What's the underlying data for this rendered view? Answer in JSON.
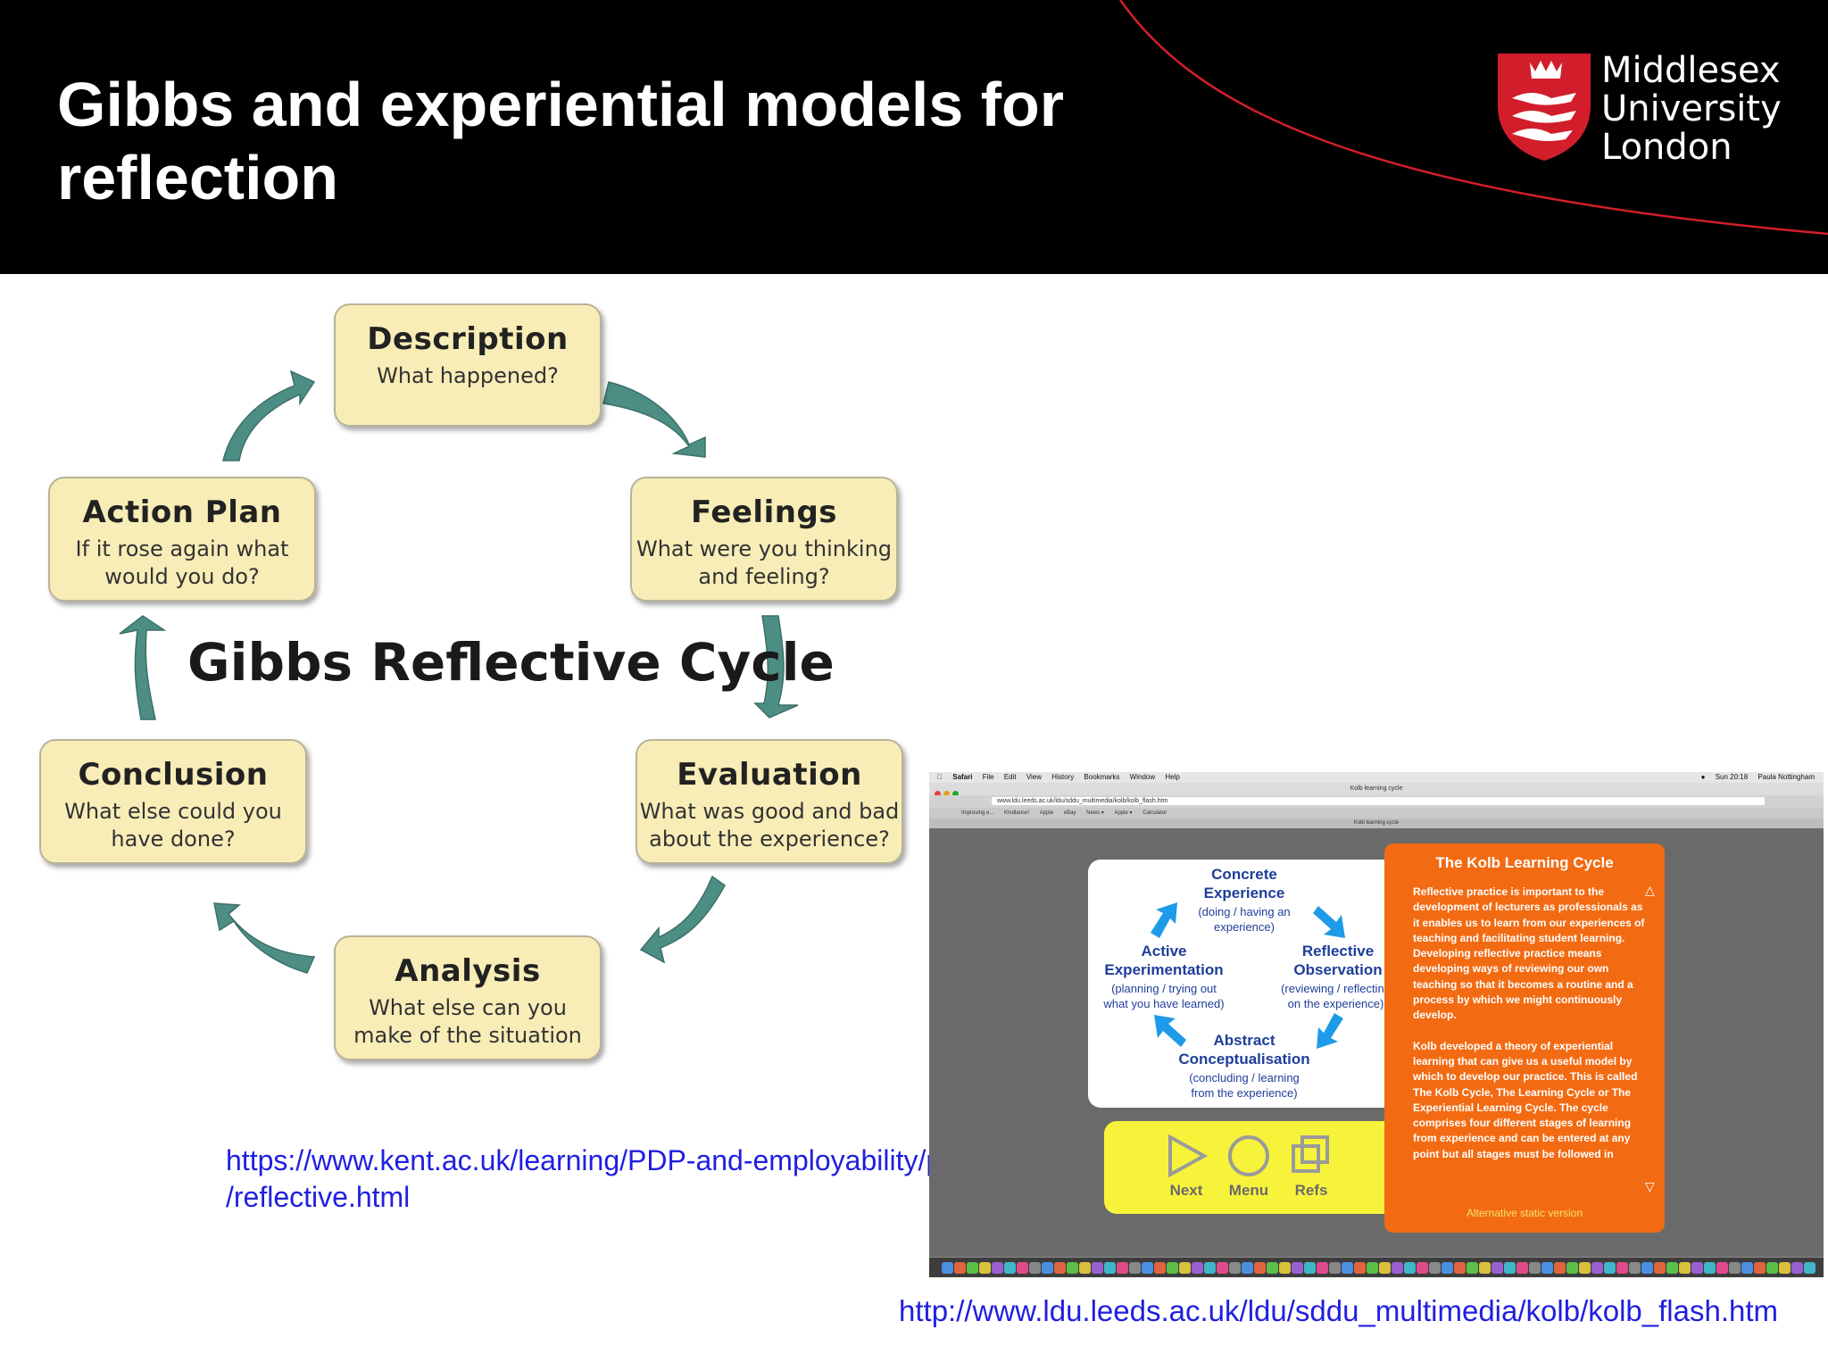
{
  "slide": {
    "title_line1": "Gibbs and experiential models for",
    "title_line2": "reflection",
    "logo_line1": "Middlesex",
    "logo_line2": "University",
    "logo_line3": "London",
    "brand_red": "#d21e2b",
    "url_kent_line1": "https://www.kent.ac.uk/learning/PDP-and-employability/pdp",
    "url_kent_line2": "/reflective.html",
    "url_leeds": "http://www.ldu.leeds.ac.uk/ldu/sddu_multimedia/kolb/kolb_flash.htm"
  },
  "gibbs": {
    "title": "Gibbs Reflective Cycle",
    "box_color": "#f8edb7",
    "arrow_color": "#4d8e84",
    "stages": [
      {
        "title": "Description",
        "line1": "What happened?",
        "line2": ""
      },
      {
        "title": "Feelings",
        "line1": "What were you thinking",
        "line2": "and feeling?"
      },
      {
        "title": "Evaluation",
        "line1": "What was good and bad",
        "line2": "about the experience?"
      },
      {
        "title": "Analysis",
        "line1": "What else can you",
        "line2": "make of the situation"
      },
      {
        "title": "Conclusion",
        "line1": "What else could you",
        "line2": "have done?"
      },
      {
        "title": "Action Plan",
        "line1": "If it rose again what",
        "line2": "would you do?"
      }
    ]
  },
  "browser": {
    "menu": [
      "Safari",
      "File",
      "Edit",
      "View",
      "History",
      "Bookmarks",
      "Window",
      "Help"
    ],
    "clock": "Sun 20:18",
    "user": "Paula Nottingham",
    "window_title": "Kolb learning cycle",
    "url": "www.ldu.leeds.ac.uk/ldu/sddu_multimedia/kolb/kolb_flash.htm",
    "bookmarks": [
      "Improving e...",
      "Kindlance!",
      "Apple",
      "eBay",
      "News ▾",
      "Apple ▾",
      "Calculator"
    ],
    "tab_title": "Kolb learning cycle"
  },
  "kolb": {
    "concrete_title_1": "Concrete",
    "concrete_title_2": "Experience",
    "concrete_sub_1": "(doing / having an",
    "concrete_sub_2": "experience)",
    "reflective_title_1": "Reflective",
    "reflective_title_2": "Observation",
    "reflective_sub_1": "(reviewing / reflecting",
    "reflective_sub_2": "on the experience)",
    "abstract_title_1": "Abstract",
    "abstract_title_2": "Conceptualisation",
    "abstract_sub_1": "(concluding / learning",
    "abstract_sub_2": "from the experience)",
    "active_title_1": "Active",
    "active_title_2": "Experimentation",
    "active_sub_1": "(planning / trying out",
    "active_sub_2": "what you have learned)",
    "arrow_color": "#1e9be8",
    "next_label": "Next",
    "menu_label": "Menu",
    "refs_label": "Refs",
    "panel_title": "The Kolb Learning Cycle",
    "panel_p1": "Reflective practice is important to the development of lecturers as professionals as it enables us to learn from our experiences of teaching and facilitating student learning. Developing reflective practice means developing ways of reviewing our own teaching so that it becomes a routine and a process by which we might continuously develop.",
    "panel_p2": "Kolb developed a theory of experiential learning that can give us a useful model by which to develop our practice. This is called The Kolb Cycle, The Learning Cycle or The Experiential Learning Cycle. The cycle comprises four different stages of learning from experience and can be entered at any point but all stages must be followed in",
    "panel_alt": "Alternative static version",
    "panel_color": "#f26b13",
    "controls_color": "#f7f33a"
  }
}
